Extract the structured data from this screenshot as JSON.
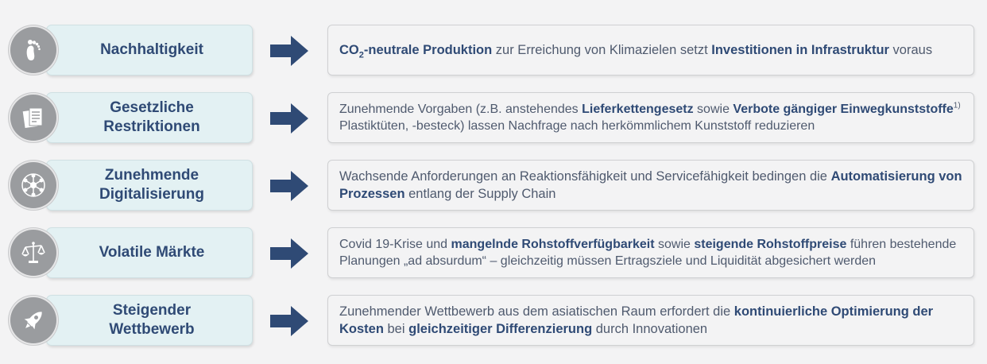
{
  "colors": {
    "background": "#f3f3f4",
    "label_fill": "#e3f1f3",
    "label_text": "#2f4a75",
    "arrow": "#2f4a75",
    "icon_circle": "#9a9c9f",
    "body_text": "#4f5a6e"
  },
  "rows": [
    {
      "icon": "footprint-icon",
      "label": [
        "Nachhaltigkeit"
      ],
      "desc": {
        "co2_prefix": "CO",
        "co2_sub": "2",
        "b1": "-neutrale Produktion",
        "t1": " zur Erreichung von Klimazielen setzt ",
        "b2": "Investitionen in Infrastruktur",
        "t2": " voraus"
      }
    },
    {
      "icon": "documents-icon",
      "label": [
        "Gesetzliche",
        "Restriktionen"
      ],
      "desc": {
        "t1": "Zunehmende Vorgaben (z.B. anstehendes ",
        "b1": "Lieferkettengesetz",
        "t2": " sowie ",
        "b2": "Verbote gängiger Einwegkunststoffe",
        "sup": "1)",
        "t3": " Plastiktüten, -besteck) lassen Nachfrage nach herkömmlichem Kunststoff reduzieren"
      }
    },
    {
      "icon": "network-icon",
      "label": [
        "Zunehmende",
        "Digitalisierung"
      ],
      "desc": {
        "t1": "Wachsende Anforderungen an Reaktionsfähigkeit und Servicefähigkeit bedingen die ",
        "b1": "Automatisierung von Prozessen",
        "t2": " entlang der Supply Chain"
      }
    },
    {
      "icon": "balance-scale-icon",
      "label": [
        "Volatile Märkte"
      ],
      "desc": {
        "t1": "Covid 19-Krise und ",
        "b1": "mangelnde Rohstoffverfügbarkeit",
        "t2": " sowie ",
        "b2": "steigende Rohstoffpreise",
        "t3": " führen bestehende Planungen „ad absurdum“ – gleichzeitig müssen Ertragsziele und Liquidität abgesichert werden"
      }
    },
    {
      "icon": "rocket-icon",
      "label": [
        "Steigender",
        "Wettbewerb"
      ],
      "desc": {
        "t1": "Zunehmender Wettbewerb aus dem asiatischen Raum erfordert die ",
        "b1": "kontinuierliche Optimierung der Kosten",
        "t2": " bei ",
        "b2": "gleichzeitiger Differenzierung",
        "t3": " durch Innovationen"
      }
    }
  ]
}
